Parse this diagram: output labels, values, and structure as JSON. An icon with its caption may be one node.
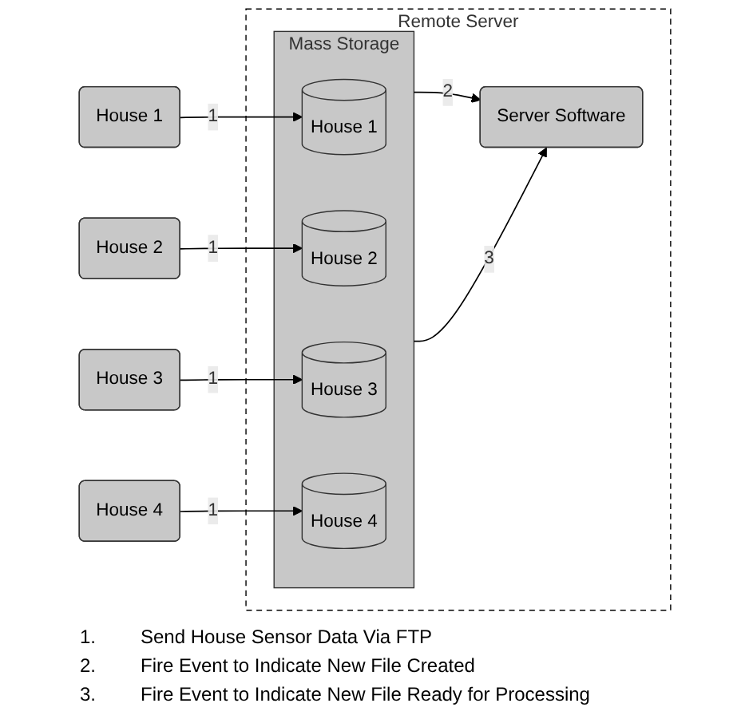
{
  "diagram": {
    "nodes": [
      {
        "text": [
          "Remote Server"
        ]
      },
      {
        "text": [
          "Mass Storage"
        ],
        "in": 0
      },
      {
        "text": [
          "House 1"
        ]
      },
      {
        "text": [
          "House 1"
        ],
        "in": 1
      },
      {
        "text": [
          "House 2"
        ]
      },
      {
        "text": [
          "House 2"
        ],
        "in": 1
      },
      {
        "text": [
          "House 3"
        ]
      },
      {
        "text": [
          "House 3"
        ],
        "in": 1
      },
      {
        "text": [
          "House 4"
        ]
      },
      {
        "text": [
          "House 4"
        ],
        "in": 1
      },
      {
        "text": [
          "Server Software"
        ],
        "in": 0
      }
    ],
    "edges": [
      {
        "from": 2,
        "to": 3,
        "arrow": "to",
        "label": "1"
      },
      {
        "from": 4,
        "to": 5,
        "arrow": "to",
        "label": "1"
      },
      {
        "from": 6,
        "to": 7,
        "arrow": "to",
        "label": "1"
      },
      {
        "from": 8,
        "to": 9,
        "arrow": "to",
        "label": "1"
      },
      {
        "from": 1,
        "to": 10,
        "arrow": "to",
        "label": "2"
      },
      {
        "from": 1,
        "to": 10,
        "arrow": "to",
        "label": "3"
      }
    ],
    "labels": [
      "1.",
      "Send House Sensor Data Via FTP",
      "2.",
      "Fire Event to Indicate New File Created",
      "3.",
      "Fire Event to Indicate New File Ready for Processing"
    ]
  }
}
